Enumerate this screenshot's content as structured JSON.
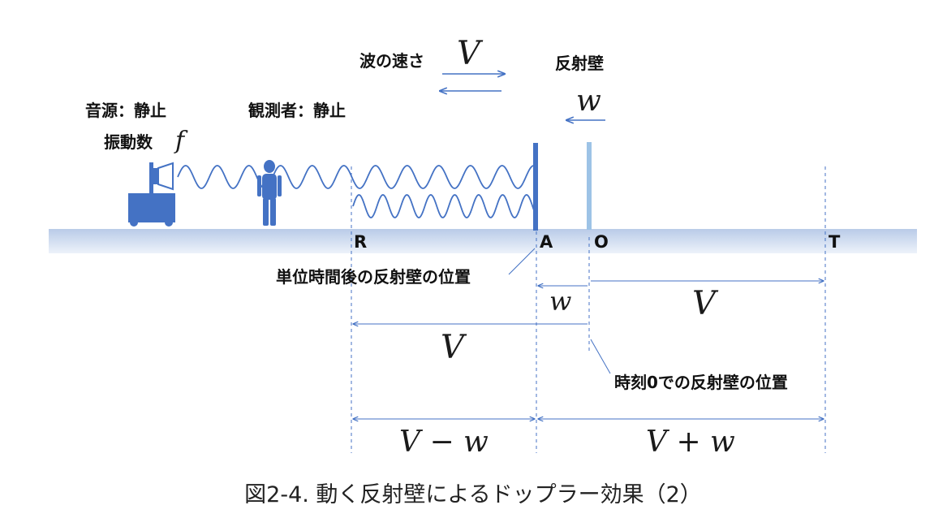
{
  "labels": {
    "wave_speed": "波の速さ",
    "wave_speed_sym": "V",
    "wall": "反射壁",
    "wall_speed_sym": "w",
    "source": "音源：静止",
    "frequency": "振動数",
    "frequency_sym": "f",
    "observer": "観測者：静止",
    "wall_after": "単位時間後の反射壁の位置",
    "wall_at_zero": "時刻0での反射壁の位置"
  },
  "points": {
    "R": "R",
    "A": "A",
    "O": "O",
    "T": "T"
  },
  "dimensions": {
    "ao": "w",
    "ot": "V",
    "ra": "V",
    "ra_minus": "V − w",
    "at_plus": "V + w"
  },
  "caption": "図2-4. 動く反射壁によるドップラー効果（2）",
  "colors": {
    "blue": "#4472c4",
    "light_blue": "#9dc3e6",
    "ground_top": "#c5d5ec",
    "ground_bottom": "#e6edf7",
    "text": "#111111"
  }
}
